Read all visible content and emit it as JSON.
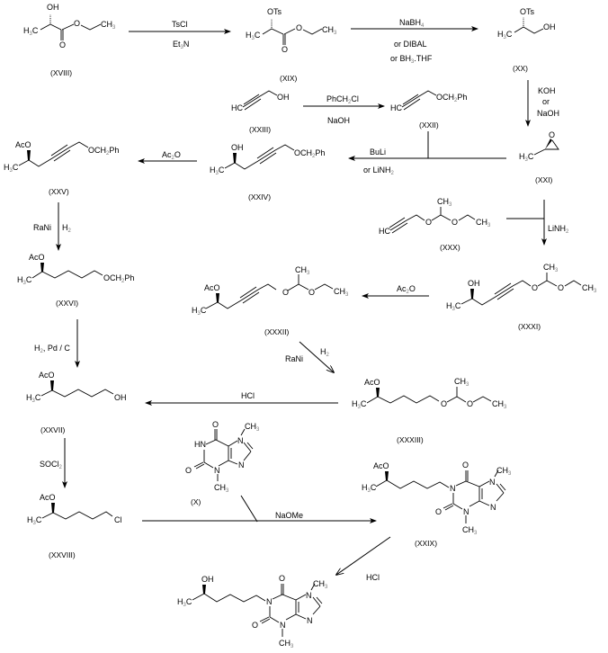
{
  "title": "Synthesis scheme of (R)-hydroxyhexyl dimethylxanthine",
  "compounds": {
    "XVIII": {
      "label": "(XVIII)",
      "groups": {
        "oh": "OH",
        "h3c": "H",
        "o": "O",
        "ch3": "CH"
      }
    },
    "XIX": {
      "label": "(XIX)",
      "groups": {
        "ots": "OTs",
        "h3c": "H",
        "o": "O",
        "ch3": "CH"
      }
    },
    "XX": {
      "label": "(XX)",
      "groups": {
        "ots": "OTs",
        "h3c": "H",
        "oh": "OH"
      }
    },
    "XXI": {
      "label": "(XXI)",
      "groups": {
        "o": "O",
        "h3c": "H"
      }
    },
    "XXII": {
      "label": "(XXII)",
      "groups": {
        "hc": "HC",
        "och2ph": "OCH",
        "ph": "Ph"
      }
    },
    "XXIII": {
      "label": "(XXIII)",
      "groups": {
        "hc": "HC",
        "oh": "OH"
      }
    },
    "XXIV": {
      "label": "(XXIV)",
      "groups": {
        "oh": "OH",
        "h3c": "H",
        "och2ph": "OCH",
        "ph": "Ph"
      }
    },
    "XXV": {
      "label": "(XXV)",
      "groups": {
        "aco": "AcO",
        "h3c": "H",
        "och2ph": "OCH",
        "ph": "Ph"
      }
    },
    "XXVI": {
      "label": "(XXVI)",
      "groups": {
        "aco": "AcO",
        "h3c": "H",
        "och2ph": "OCH",
        "ph": "Ph"
      }
    },
    "XXVII": {
      "label": "(XXVII)",
      "groups": {
        "aco": "AcO",
        "h3c": "H",
        "oh": "OH"
      }
    },
    "XXVIII": {
      "label": "(XXVIII)",
      "groups": {
        "aco": "AcO",
        "h3c": "H",
        "cl": "Cl"
      }
    },
    "XXIX": {
      "label": "(XXIX)",
      "groups": {
        "aco": "AcO",
        "h3c": "H",
        "n": "N",
        "o": "O",
        "ch3": "CH"
      }
    },
    "XXX": {
      "label": "(XXX)",
      "groups": {
        "hc": "HC",
        "o": "O",
        "ch3": "CH"
      }
    },
    "XXXI": {
      "label": "(XXXI)",
      "groups": {
        "oh": "OH",
        "h3c": "H",
        "o": "O",
        "ch3": "CH"
      }
    },
    "XXXII": {
      "label": "(XXXII)",
      "groups": {
        "aco": "AcO",
        "h3c": "H",
        "o": "O",
        "ch3": "CH"
      }
    },
    "XXXIII": {
      "label": "(XXXIII)",
      "groups": {
        "aco": "AcO",
        "h3c": "H",
        "o": "O",
        "ch3": "CH"
      }
    },
    "X": {
      "label": "(X)",
      "groups": {
        "hn": "HN",
        "n": "N",
        "o": "O",
        "ch3": "CH"
      }
    },
    "product": {
      "label": "",
      "groups": {
        "oh": "OH",
        "h3c": "H",
        "n": "N",
        "o": "O",
        "ch3": "CH"
      }
    }
  },
  "subscripts": {
    "two": "2",
    "three": "3",
    "four": "4"
  },
  "reagents": {
    "r1_top": "TsCl",
    "r1_bottom_a": "Et",
    "r1_bottom_b": "N",
    "r2_top_a": "NaBH",
    "r2_mid": "or DIBAL",
    "r2_bottom_a": "or BH",
    "r2_bottom_b": ".THF",
    "r3_a": "KOH",
    "r3_b": "or",
    "r3_c": "NaOH",
    "r4_top_a": "PhCH",
    "r4_top_b": "Cl",
    "r4_bottom": "NaOH",
    "r5_top": "BuLi",
    "r5_bottom_a": "or LiNH",
    "r6_top_a": "Ac",
    "r6_top_b": "O",
    "r7_a": "RaNi",
    "r7_b": "H",
    "r8_a": "LiNH",
    "r9_top_a": "Ac",
    "r9_top_b": "O",
    "r10_a": "RaNi",
    "r10_b": "H",
    "r11_a": "H",
    "r11_b": ", Pd / C",
    "r12": "HCl",
    "r13_a": "SOCl",
    "r14": "NaOMe",
    "r15": "HCl"
  }
}
